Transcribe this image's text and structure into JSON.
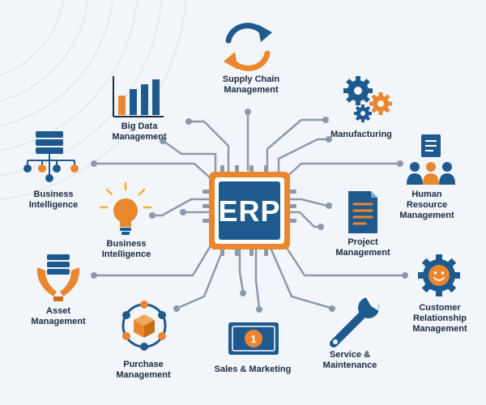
{
  "center": {
    "label": "ERP"
  },
  "modules": {
    "supply_chain": "Supply Chain\nManagement",
    "big_data": "Big Data\nManagement",
    "manufacturing": "Manufacturing",
    "business_intelligence_1": "Business\nIntelligence",
    "human_resource": "Human Resource\nManagement",
    "business_intelligence_2": "Business\nIntelligence",
    "project": "Project\nManagement",
    "asset": "Asset\nManagement",
    "crm": "Customer\nRelationship\nManagement",
    "purchase": "Purchase\nManagement",
    "sales": "Sales & Marketing",
    "service": "Service &\nMaintenance"
  },
  "icons": {
    "sales_coin": "1"
  },
  "colors": {
    "navy": "#1f5a8f",
    "orange": "#e9862e",
    "wire": "#8d99a8",
    "text": "#1b2a3f"
  }
}
